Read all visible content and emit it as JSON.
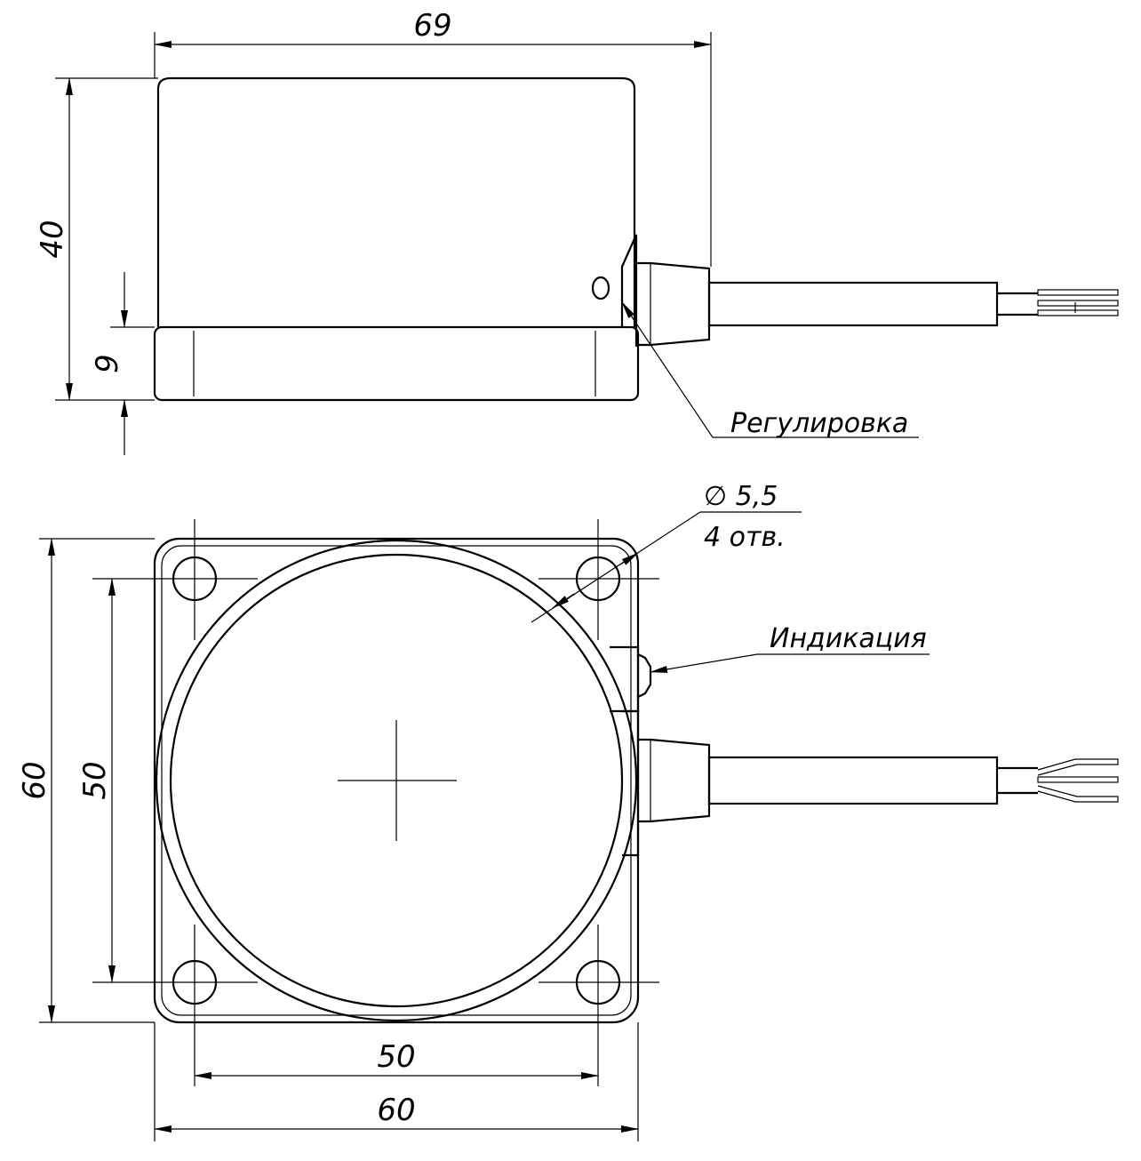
{
  "side_view": {
    "dimensions": {
      "total_length": "69",
      "total_height": "40",
      "base_height": "9"
    },
    "callouts": {
      "adjustment": "Регулировка"
    }
  },
  "top_view": {
    "dimensions": {
      "outer_height": "60",
      "hole_spacing_vertical": "50",
      "hole_spacing_horizontal": "50",
      "outer_width": "60"
    },
    "callouts": {
      "hole_diameter": "∅ 5,5",
      "hole_count": "4  отв.",
      "indication": "Индикация"
    }
  }
}
